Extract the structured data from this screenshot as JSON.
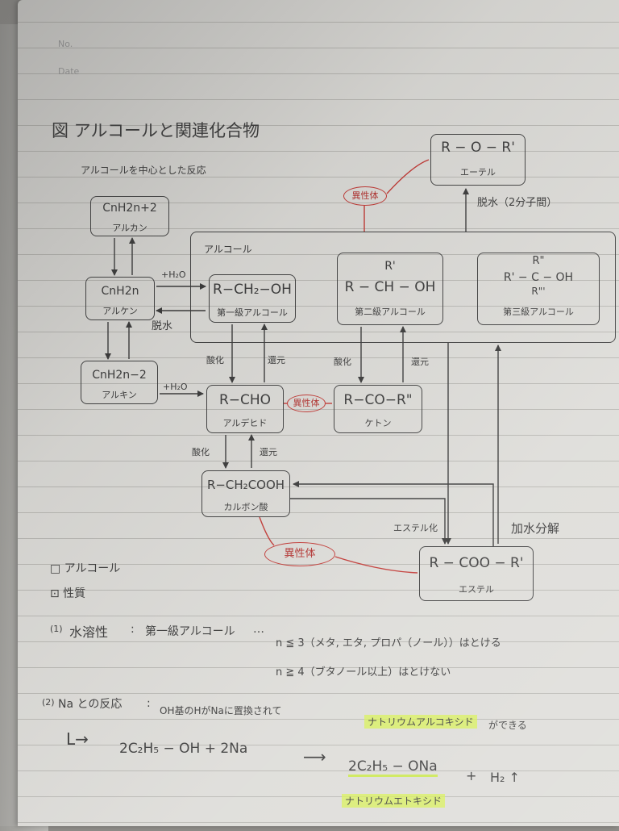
{
  "header": {
    "no_label": "No.",
    "date_label": "Date"
  },
  "title": "図 アルコールと関連化合物",
  "subtitle": "アルコールを中心とした反応",
  "boxes": {
    "ether": {
      "formula": "R − O − R'",
      "name": "エーテル"
    },
    "alkane": {
      "formula": "CnH2n+2",
      "name": "アルカン"
    },
    "alkene": {
      "formula": "CnH2n",
      "name": "アルケン"
    },
    "alkyne": {
      "formula": "CnH2n−2",
      "name": "アルキン"
    },
    "alcohol_group": {
      "label": "アルコール"
    },
    "primary": {
      "formula": "R−CH₂−OH",
      "name": "第一級アルコール"
    },
    "secondary": {
      "formula_top": "R'",
      "formula": "R − CH − OH",
      "name": "第二級アルコール"
    },
    "tertiary": {
      "formula_top": "R\"",
      "formula": "R' − C − OH",
      "formula_bottom": "R\"'",
      "name": "第三級アルコール"
    },
    "aldehyde": {
      "formula": "R−CHO",
      "name": "アルデヒド"
    },
    "ketone": {
      "formula": "R−CO−R\"",
      "name": "ケトン"
    },
    "carboxylic": {
      "formula": "R−CH₂COOH",
      "name": "カルボン酸"
    },
    "ester": {
      "formula": "R − COO − R'",
      "name": "エステル"
    }
  },
  "labels": {
    "dehydration_ether": "脱水（2分子間）",
    "isomer": "異性体",
    "h2o_1": "+H₂O",
    "h2o_2": "+H₂O",
    "dehydration": "脱水",
    "oxidation_1": "酸化",
    "reduction_1": "還元",
    "oxidation_2": "酸化",
    "reduction_2": "還元",
    "oxidation_3": "酸化",
    "reduction_3": "還元",
    "esterification": "エステル化",
    "hydrolysis": "加水分解"
  },
  "notes": {
    "alcohol_heading": "□ アルコール",
    "properties_heading": "⊡ 性質",
    "sol_num": "(1)",
    "sol_title": "水溶性",
    "sol_colon": ":",
    "sol_class": "第一級アルコール",
    "sol_dots": "…",
    "sol_line1": "n ≦ 3（メタ, エタ, プロパ（ノール））はとける",
    "sol_line2": "n ≧ 4（ブタノール以上）はとけない",
    "na_num": "(2)",
    "na_title": "Na との反応",
    "na_colon": ":",
    "na_desc": "OH基のHがNaに置換されて",
    "na_highlight": "ナトリウムアルコキシド",
    "na_desc_end": "ができる",
    "eq_arrow_left": "L→",
    "eq_left": "2C₂H₅ − OH + 2Na",
    "eq_arrow": "⟶",
    "eq_product": "2C₂H₅ − ONa",
    "eq_plus": "+",
    "eq_gas": "H₂ ↑",
    "eq_product_name": "ナトリウムエトキシド"
  }
}
